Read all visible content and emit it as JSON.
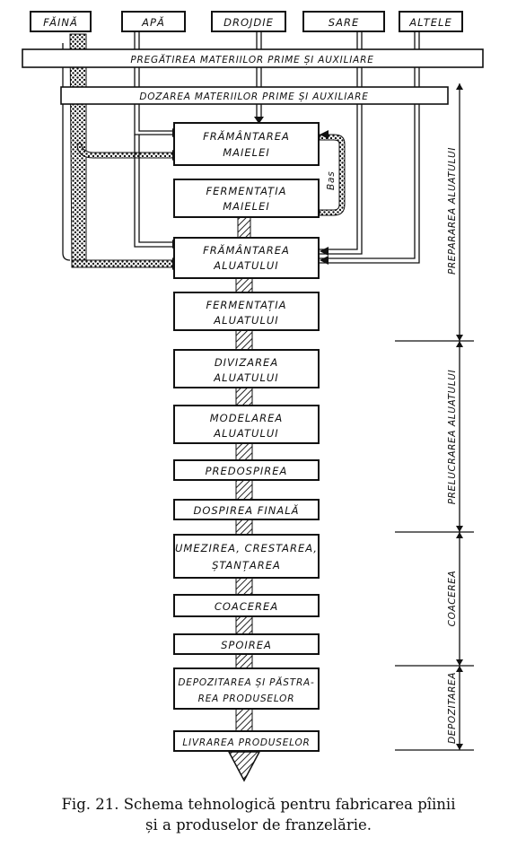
{
  "inputs": [
    "FĂINĂ",
    "APĂ",
    "DROJDIE",
    "SARE",
    "ALTELE"
  ],
  "bars": {
    "preparation": "PREGĂTIREA MATERIILOR PRIME ȘI AUXILIARE",
    "dosing": "DOZAREA MATERIILOR PRIME ȘI AUXILIARE"
  },
  "steps": {
    "framantarea_maielei": [
      "FRĂMÂNTAREA",
      "MAIELEI"
    ],
    "fermentatia_maielei": [
      "FERMENTAȚIA",
      "MAIELEI"
    ],
    "framantarea_aluatului": [
      "FRĂMÂNTAREA",
      "ALUATULUI"
    ],
    "fermentatia_aluatului": [
      "FERMENTAȚIA",
      "ALUATULUI"
    ],
    "divizarea": [
      "DIVIZAREA",
      "ALUATULUI"
    ],
    "modelarea": [
      "MODELAREA",
      "ALUATULUI"
    ],
    "predospirea": "PREDOSPIREA",
    "dospirea_finala": "DOSPIREA FINALĂ",
    "umezirea": [
      "UMEZIREA, CRESTAREA,",
      "ȘTANȚAREA"
    ],
    "coacerea": "COACEREA",
    "spoirea": "SPOIREA",
    "depozitarea": [
      "DEPOZITAREA ȘI PĂSTRA-",
      "REA PRODUSELOR"
    ],
    "livrarea": "LIVRAREA PRODUSELOR"
  },
  "bas_label": "Bas",
  "stages": [
    "PREPARAREA ALUATULUI",
    "PRELUCRAREA ALUATULUI",
    "COACEREA",
    "DEPOZITAREA"
  ],
  "caption": {
    "line1": "Fig. 21. Schema tehnologică pentru fabricarea pîinii",
    "line2": "și a produselor de franzelărie."
  }
}
